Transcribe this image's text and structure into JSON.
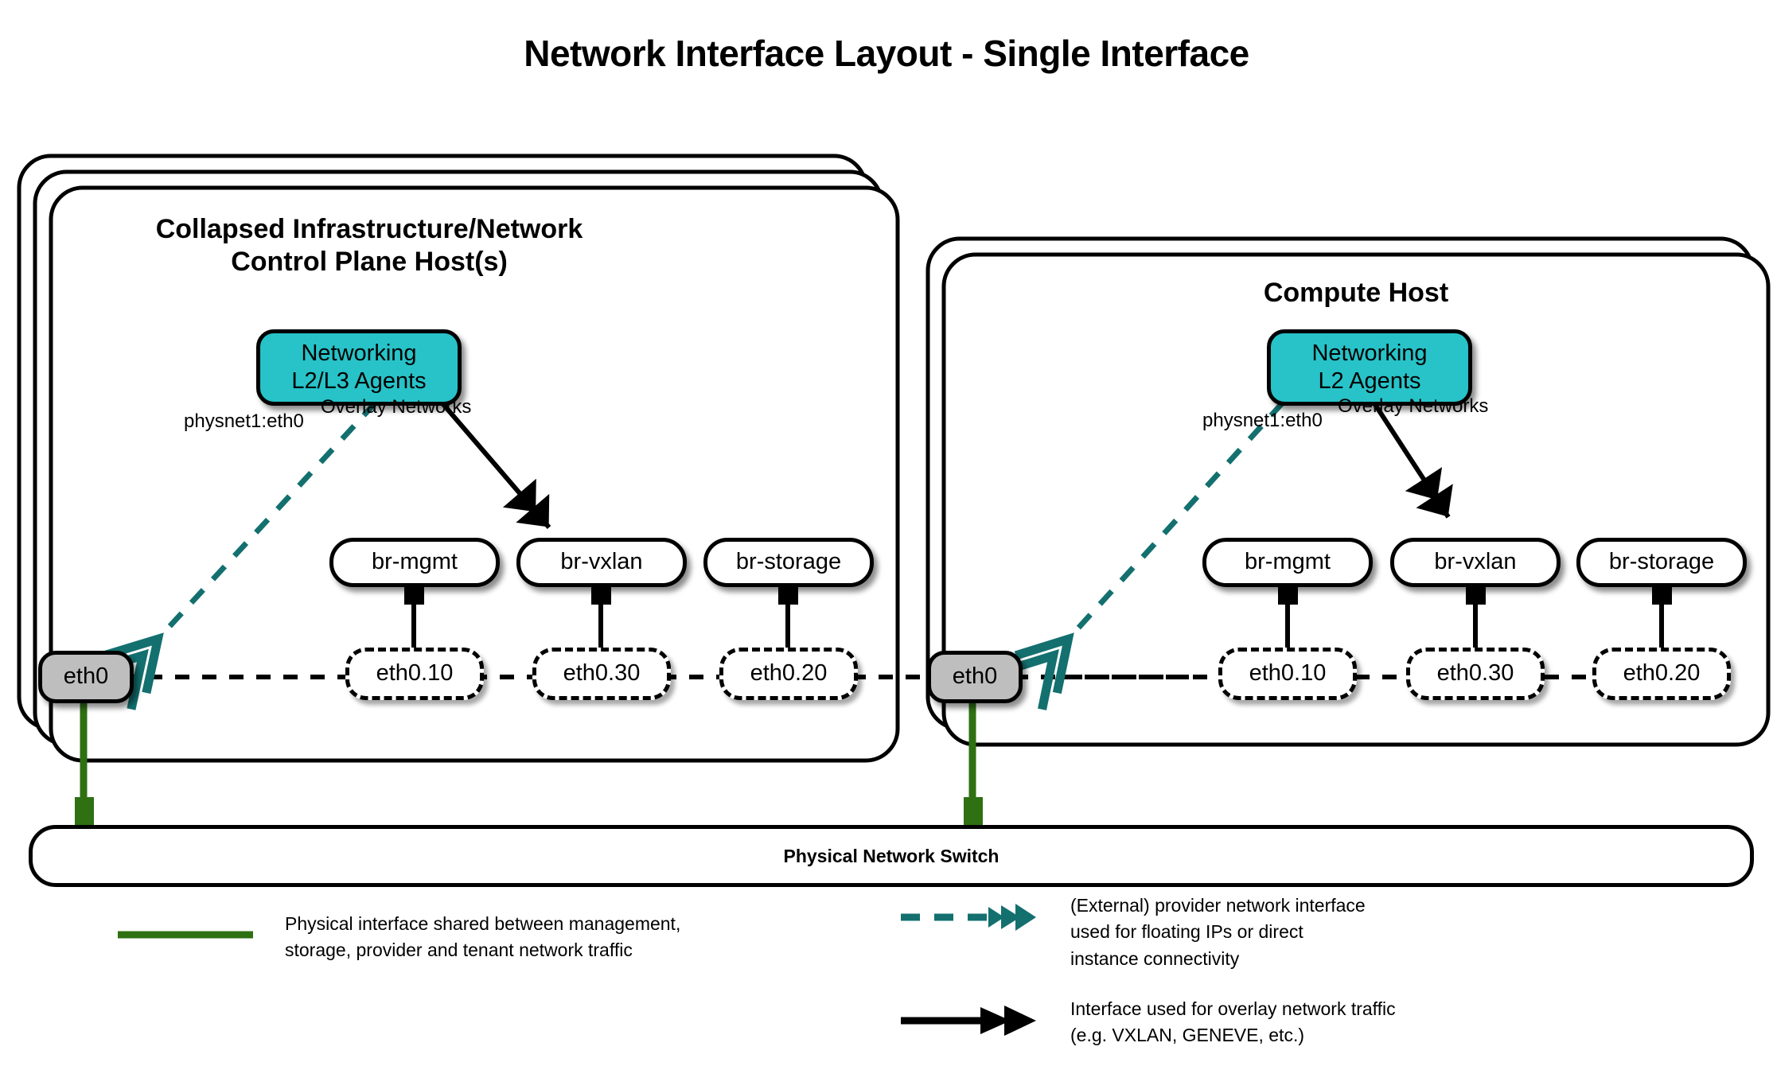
{
  "title": "Network Interface Layout - Single Interface",
  "hosts": [
    {
      "name": "control-plane-host",
      "title": "Collapsed Infrastructure/Network\nControl Plane Host(s)",
      "title_line1": "Collapsed Infrastructure/Network",
      "title_line2": "Control Plane Host(s)",
      "stack_count": 3,
      "agents": {
        "line1": "Networking",
        "line2": "L2/L3 Agents"
      },
      "provider_label": "physnet1:eth0",
      "overlay_label": "Overlay Networks",
      "physical_interface": "eth0",
      "bridges": [
        {
          "bridge": "br-mgmt",
          "vlan": "eth0.10"
        },
        {
          "bridge": "br-vxlan",
          "vlan": "eth0.30"
        },
        {
          "bridge": "br-storage",
          "vlan": "eth0.20"
        }
      ]
    },
    {
      "name": "compute-host",
      "title": "Compute Host",
      "title_line1": "Compute Host",
      "title_line2": "",
      "stack_count": 2,
      "agents": {
        "line1": "Networking",
        "line2": "L2 Agents"
      },
      "provider_label": "physnet1:eth0",
      "overlay_label": "Overlay Networks",
      "physical_interface": "eth0",
      "bridges": [
        {
          "bridge": "br-mgmt",
          "vlan": "eth0.10"
        },
        {
          "bridge": "br-vxlan",
          "vlan": "eth0.30"
        },
        {
          "bridge": "br-storage",
          "vlan": "eth0.20"
        }
      ]
    }
  ],
  "switch": {
    "label": "Physical Network Switch"
  },
  "legend": [
    {
      "key": "physical-interface",
      "marker": "solid-green-line",
      "text": "Physical interface shared between management,\nstorage, provider and tenant network traffic"
    },
    {
      "key": "provider-network",
      "marker": "dashed-teal-double-arrow",
      "text": "(External) provider network interface\nused for floating IPs or direct\ninstance connectivity"
    },
    {
      "key": "overlay-network",
      "marker": "solid-black-double-arrow",
      "text": "Interface used for overlay network traffic\n(e.g. VXLAN, GENEVE, etc.)"
    }
  ],
  "colors": {
    "agent_fill": "#27c3c8",
    "interface_fill": "#bebebe",
    "provider_line": "#13706f",
    "physical_line": "#2e7012",
    "outline": "#000000"
  }
}
